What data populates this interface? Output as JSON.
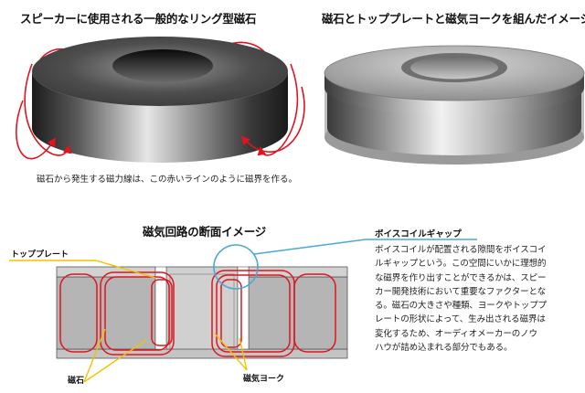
{
  "fig1": {
    "title": "スピーカーに使用される一般的なリング型磁石",
    "caption": "磁石から発生する磁力線は、この赤いラインのように磁界を作る。"
  },
  "fig2": {
    "title": "磁石とトッププレートと磁気ヨークを組んだイメージ"
  },
  "fig3": {
    "title": "磁気回路の断面イメージ",
    "labels": {
      "top_plate": "トッププレート",
      "magnet": "磁石",
      "yoke": "磁気ヨーク",
      "gap": "ボイスコイルギャップ"
    }
  },
  "description": "ボイスコイルが配置される隙間をボイスコイ\nルギャップという。この空間にいかに理想的\nな磁界を作り出すことができるかは、スピー\nカー開発技術において重要なファクターとな\nる。磁石の大きさや種類、ヨークやトッププ\nレートの形状によって、生み出される磁界は\n変化するため、オーディオメーカーのノウ\nハウが詰め込まれる部分でもある。",
  "colors": {
    "field_line": "#e0141e",
    "leader_line": "#f2c200",
    "gap_marker": "#4aa8d8",
    "magnet_gray": "#b5b5b5"
  }
}
